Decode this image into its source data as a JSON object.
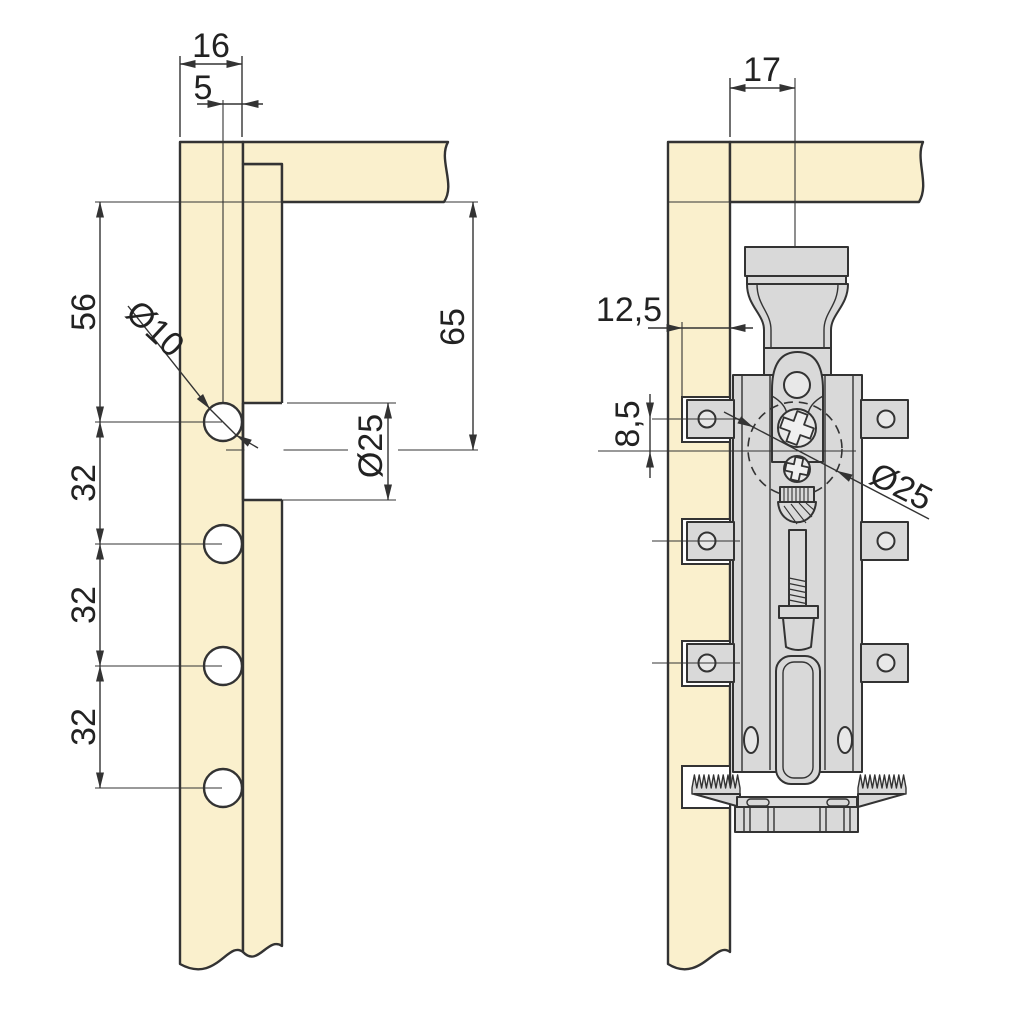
{
  "left_view": {
    "description": "panel drilling pattern side view",
    "hole_count": 4,
    "dimensions": {
      "panel_thickness": "16",
      "hole_center_to_edge": "5",
      "first_hole_offset": "56",
      "hole_pitch_1": "32",
      "hole_pitch_2": "32",
      "hole_pitch_3": "32",
      "hole_diameter": "Ø10",
      "bore_diameter": "Ø25",
      "bore_center_offset": "65"
    }
  },
  "right_view": {
    "description": "suspension fitting mounted on panel",
    "dimensions": {
      "fitting_center_offset": "17",
      "recess_depth": "12,5",
      "tab_to_cam_center": "8,5",
      "cam_diameter": "Ø25"
    }
  },
  "colors": {
    "background": "#ffffff",
    "panel_fill": "#faf0cd",
    "hardware_fill": "#d9d9d9",
    "hardware_light": "#e8e8e8",
    "line": "#333333",
    "text": "#222222"
  }
}
